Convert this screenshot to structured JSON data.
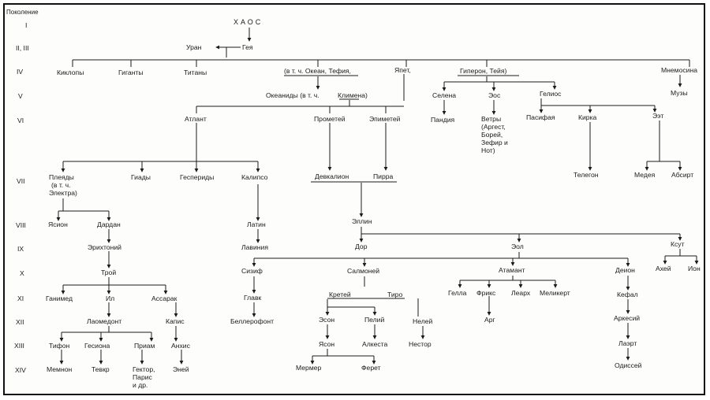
{
  "header": {
    "generation_label": "Поколение"
  },
  "generations": [
    "I",
    "II, III",
    "IV",
    "V",
    "VI",
    "VII",
    "VIII",
    "IX",
    "X",
    "XI",
    "XII",
    "XIII",
    "XIV"
  ],
  "names": {
    "chaos": "ХАОС",
    "gaia": "Гея",
    "uranus": "Уран",
    "cyclopes": "Киклопы",
    "giants": "Гиганты",
    "titans": "Титаны",
    "ocean_tethys": "(в т. ч. Океан, Тефия,",
    "iapetus": "Япет,",
    "hyperion_theia": "Гиперон, Тейя)",
    "mnemosyne": "Мнемосина",
    "oceanids": "Океаниды (в т. ч.",
    "clymene": "Климена)",
    "selene": "Селена",
    "eos": "Эос",
    "helios": "Гелиос",
    "muses": "Музы",
    "atlas": "Атлант",
    "prometheus": "Прометей",
    "epimetheus": "Эпиметей",
    "pandia": "Пандия",
    "winds_1": "Ветры",
    "winds_2": "(Аргест,",
    "winds_3": "Борей,",
    "winds_4": "Зефир и",
    "winds_5": "Нот)",
    "pasiphae": "Пасифая",
    "circe": "Кирка",
    "aeetes": "Ээт",
    "pleiades_1": "Плеяды",
    "pleiades_2": "(в т. ч.",
    "pleiades_3": "Электра)",
    "hyades": "Гиады",
    "hesperides": "Геспериды",
    "calypso": "Калипсо",
    "deucalion": "Девкалион",
    "pyrrha": "Пирра",
    "telegonus": "Телегон",
    "medea": "Медея",
    "absyrtus": "Абсирт",
    "iasion": "Ясион",
    "dardanus": "Дардан",
    "latinus": "Латин",
    "hellen": "Эллин",
    "erichthonius": "Эрихтоний",
    "lavinia": "Лавиния",
    "dorus": "Дор",
    "aeolus": "Эол",
    "xuthus": "Ксут",
    "tros": "Трой",
    "sisyphus": "Сизиф",
    "salmoneus": "Салмоней",
    "athamas": "Атамант",
    "deion": "Деион",
    "achaeus": "Ахей",
    "ion": "Ион",
    "ganymede": "Ганимед",
    "ilus": "Ил",
    "assaracus": "Ассарак",
    "glaucus": "Главк",
    "cretheus": "Кретей",
    "tyro": "Тиро",
    "helle": "Гелла",
    "phrixus": "Фрикс",
    "learchus": "Леарх",
    "melicertes": "Меликерт",
    "cephalus": "Кефал",
    "laomedon": "Лаомедонт",
    "capys": "Капис",
    "bellerophon": "Беллерофонт",
    "aeson": "Эсон",
    "pelias": "Пелий",
    "neleus": "Нелей",
    "argus": "Арг",
    "arcesius": "Аркесий",
    "tithonus": "Тифон",
    "hesione": "Гесиона",
    "priam": "Приам",
    "anchises": "Анхис",
    "iason": "Ясон",
    "alcestis": "Алкеста",
    "nestor": "Нестор",
    "laertes": "Лаэрт",
    "memnon": "Мемнон",
    "teucer": "Тевкр",
    "hector_1": "Гектор,",
    "hector_2": "Парис",
    "hector_3": "и др.",
    "aeneas": "Эней",
    "mermerus": "Мермер",
    "pheres": "Ферет",
    "odysseus": "Одиссей"
  }
}
